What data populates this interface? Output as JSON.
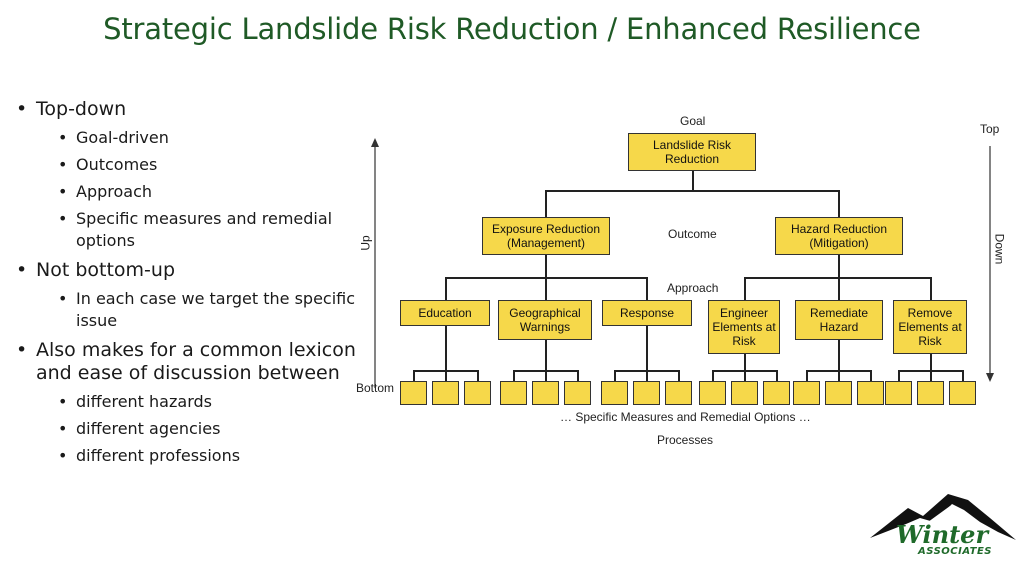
{
  "slide": {
    "title": "Strategic Landslide Risk Reduction / Enhanced Resilience"
  },
  "bullets": [
    {
      "text": "Top-down",
      "sub": [
        "Goal-driven",
        "Outcomes",
        "Approach",
        "Specific measures and remedial options"
      ]
    },
    {
      "text": "Not bottom-up",
      "sub": [
        "In each case we target the specific issue"
      ]
    },
    {
      "text": "Also makes for a common lexicon and ease of discussion between",
      "sub": [
        "different hazards",
        "different agencies",
        "different professions"
      ]
    }
  ],
  "diagram": {
    "goal_label": "Goal",
    "goal_box": "Landslide Risk Reduction",
    "outcome_label": "Outcome",
    "outcomes": [
      "Exposure Reduction (Management)",
      "Hazard Reduction (Mitigation)"
    ],
    "approach_label": "Approach",
    "approaches": [
      "Education",
      "Geographical Warnings",
      "Response",
      "Engineer Elements at Risk",
      "Remediate Hazard",
      "Remove Elements at Risk"
    ],
    "measures_label": "… Specific Measures and Remedial Options …",
    "processes_label": "Processes",
    "up_label": "Up",
    "down_label": "Down",
    "top_label": "Top",
    "bottom_label": "Bottom"
  },
  "logo": {
    "text_main": "Winter",
    "text_sub": "ASSOCIATES"
  },
  "colors": {
    "title_green": "#1f5a26",
    "box_fill": "#f6d84a"
  }
}
